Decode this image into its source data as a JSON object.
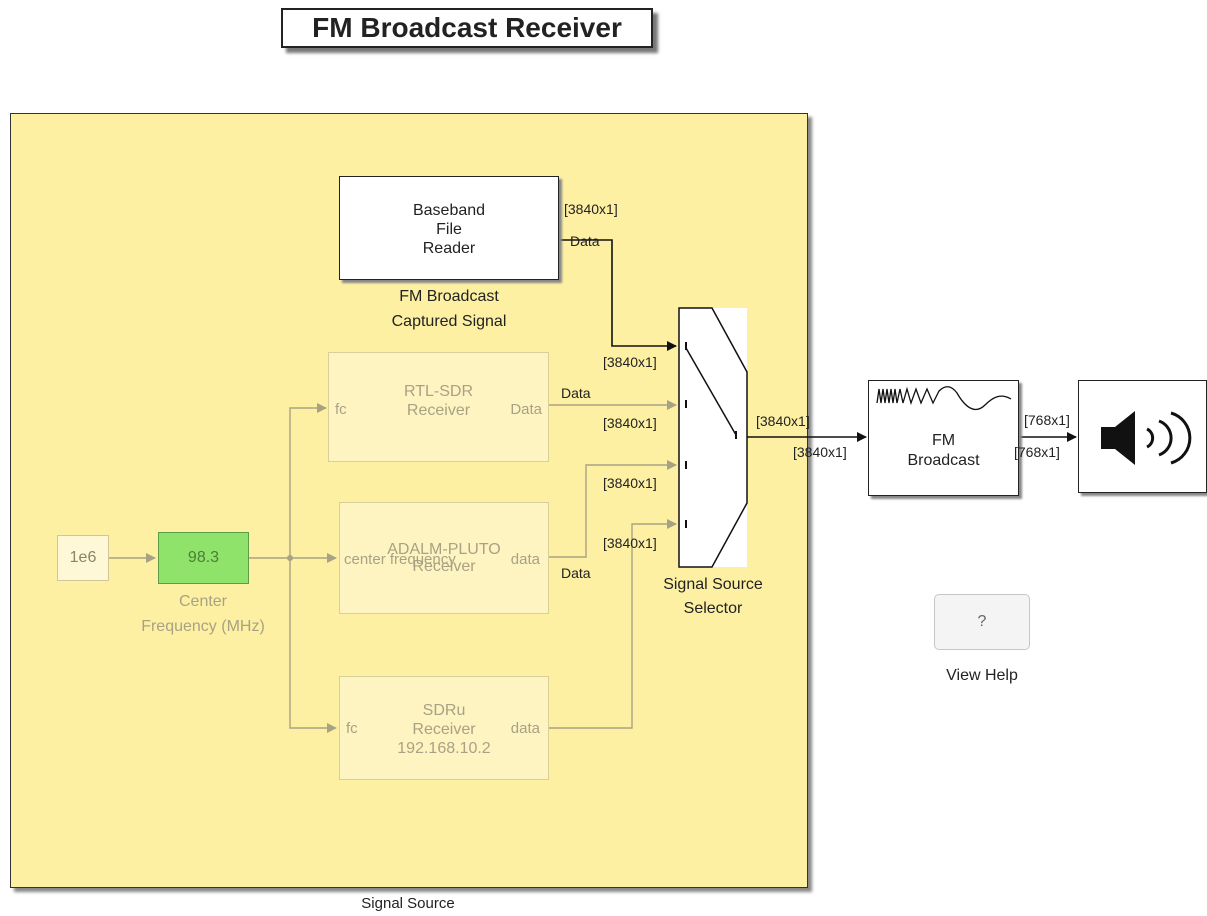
{
  "title": "FM Broadcast Receiver",
  "subsystem": {
    "label": "Signal Source"
  },
  "baseband": {
    "lines": [
      "Baseband",
      "File",
      "Reader"
    ],
    "caption": [
      "FM Broadcast",
      "Captured Signal"
    ],
    "out_port": "Data",
    "out_dim": "[3840x1]"
  },
  "rtl": {
    "lines": [
      "RTL-SDR",
      "Receiver"
    ],
    "in_port": "fc",
    "out_port": "Data",
    "wire_label": "Data"
  },
  "pluto": {
    "line1": "ADALM-PLUTO",
    "line2": "Receiver",
    "in_port": "center frequency",
    "out_port": "data",
    "wire_label": "Data"
  },
  "sdru": {
    "lines": [
      "SDRu",
      "Receiver",
      "192.168.10.2"
    ],
    "in_port": "fc",
    "out_port": "data"
  },
  "const_block": {
    "value": "1e6"
  },
  "center_freq": {
    "value": "98.3",
    "caption": [
      "Center",
      "Frequency (MHz)"
    ]
  },
  "selector": {
    "caption": [
      "Signal Source",
      "Selector"
    ],
    "in_dims": [
      "[3840x1]",
      "[3840x1]",
      "[3840x1]",
      "[3840x1]"
    ],
    "out_dim": "[3840x1]"
  },
  "fm_block": {
    "lines": [
      "FM",
      "Broadcast"
    ],
    "in_dim": "[3840x1]",
    "out_dim": "[768x1]",
    "out_dim2": "[768x1]"
  },
  "speaker": {},
  "help": {
    "button": "?",
    "label": "View Help"
  },
  "colors": {
    "subsystem_bg": "#fdf0a2",
    "freq_green": "#8fe36a",
    "faded_block": "#fef4c2"
  }
}
